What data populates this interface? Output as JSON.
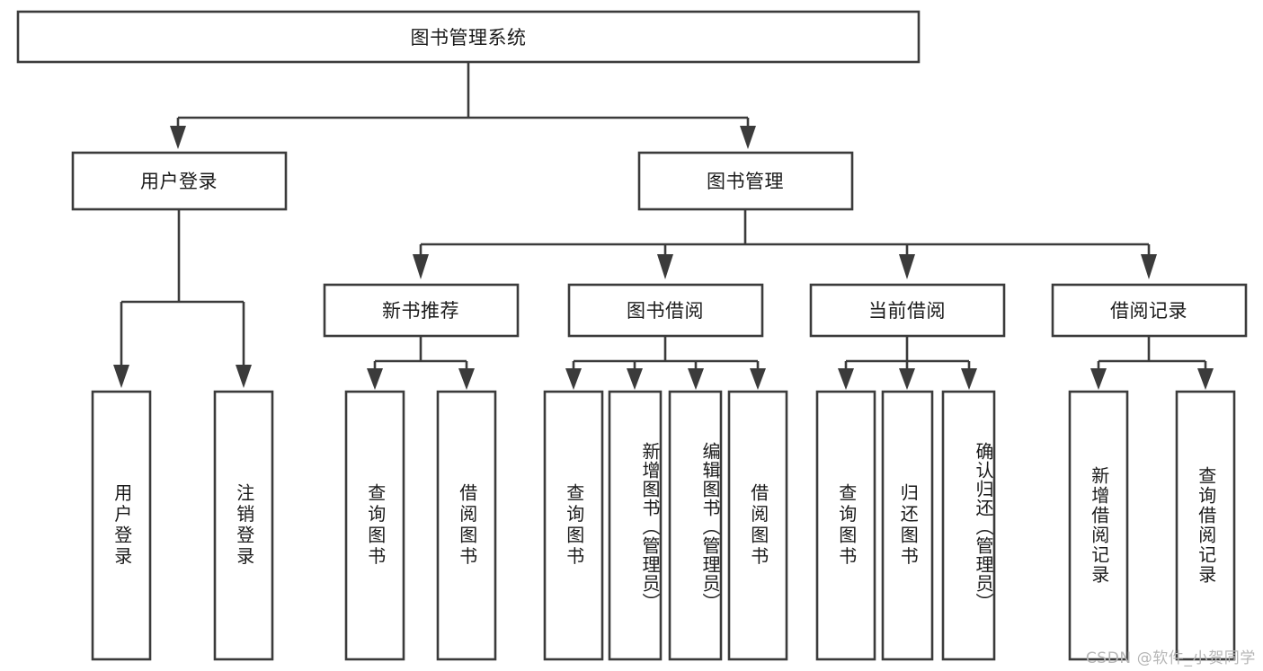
{
  "diagram": {
    "title": "图书管理系统",
    "watermark": "CSDN @软件_小贺同学",
    "colors": {
      "stroke": "#3b3b3b",
      "box_fill": "#ffffff",
      "text": "#1a1a1a",
      "background": "#ffffff",
      "watermark": "#b6b6b6"
    },
    "root": {
      "label": "图书管理系统"
    },
    "level2": [
      {
        "id": "user-login",
        "label": "用户登录"
      },
      {
        "id": "book-manage",
        "label": "图书管理"
      }
    ],
    "level3": [
      {
        "id": "new-book-recommend",
        "label": "新书推荐",
        "parent": "book-manage"
      },
      {
        "id": "book-borrow",
        "label": "图书借阅",
        "parent": "book-manage"
      },
      {
        "id": "current-borrow",
        "label": "当前借阅",
        "parent": "book-manage"
      },
      {
        "id": "borrow-record",
        "label": "借阅记录",
        "parent": "book-manage"
      }
    ],
    "leaves": [
      {
        "id": "leaf-user-login",
        "label": "用户登录",
        "parent": "user-login"
      },
      {
        "id": "leaf-logout-login",
        "label": "注销登录",
        "parent": "user-login"
      },
      {
        "id": "leaf-query-book-1",
        "label": "查询图书",
        "parent": "new-book-recommend"
      },
      {
        "id": "leaf-borrow-book-1",
        "label": "借阅图书",
        "parent": "new-book-recommend"
      },
      {
        "id": "leaf-query-book-2",
        "label": "查询图书",
        "parent": "book-borrow"
      },
      {
        "id": "leaf-add-book",
        "label": "新增图书（管理员）",
        "parent": "book-borrow"
      },
      {
        "id": "leaf-edit-book",
        "label": "编辑图书（管理员）",
        "parent": "book-borrow"
      },
      {
        "id": "leaf-borrow-book-2",
        "label": "借阅图书",
        "parent": "book-borrow"
      },
      {
        "id": "leaf-query-book-3",
        "label": "查询图书",
        "parent": "current-borrow"
      },
      {
        "id": "leaf-return-book",
        "label": "归还图书",
        "parent": "current-borrow"
      },
      {
        "id": "leaf-confirm-return",
        "label": "确认归还（管理员）",
        "parent": "current-borrow"
      },
      {
        "id": "leaf-add-record",
        "label": "新增借阅记录",
        "parent": "borrow-record"
      },
      {
        "id": "leaf-query-record",
        "label": "查询借阅记录",
        "parent": "borrow-record"
      }
    ]
  }
}
